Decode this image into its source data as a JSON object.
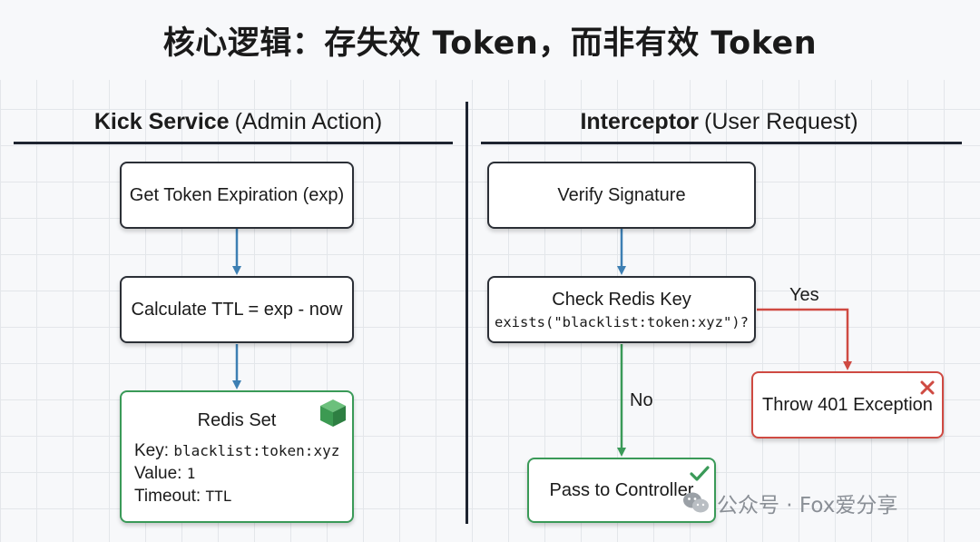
{
  "title": "核心逻辑：存失效 Token，而非有效 Token",
  "left_column": {
    "heading_bold": "Kick Service",
    "heading_sub": "(Admin Action)",
    "steps": {
      "get_exp": "Get Token Expiration (exp)",
      "calc_ttl": "Calculate TTL = exp - now",
      "redis_set": {
        "title": "Redis Set",
        "key_label": "Key:",
        "key_value": "blacklist:token:xyz",
        "value_label": "Value:",
        "value_value": "1",
        "timeout_label": "Timeout:",
        "timeout_value": "TTL"
      }
    }
  },
  "right_column": {
    "heading_bold": "Interceptor",
    "heading_sub": "(User Request)",
    "steps": {
      "verify": "Verify Signature",
      "check_title": "Check Redis Key",
      "check_code": "exists(\"blacklist:token:xyz\")?",
      "throw": "Throw 401 Exception",
      "pass": "Pass to Controller"
    },
    "edge_yes": "Yes",
    "edge_no": "No"
  },
  "watermark": "公众号 · Fox爱分享",
  "icons": {
    "redis_set": "cube-icon",
    "throw": "x-mark-icon",
    "pass": "check-mark-icon",
    "watermark": "wechat-icon"
  },
  "colors": {
    "blue_arrow": "#3d7fb3",
    "green": "#3a9a58",
    "red": "#cf4a42",
    "dark": "#1e2430"
  }
}
